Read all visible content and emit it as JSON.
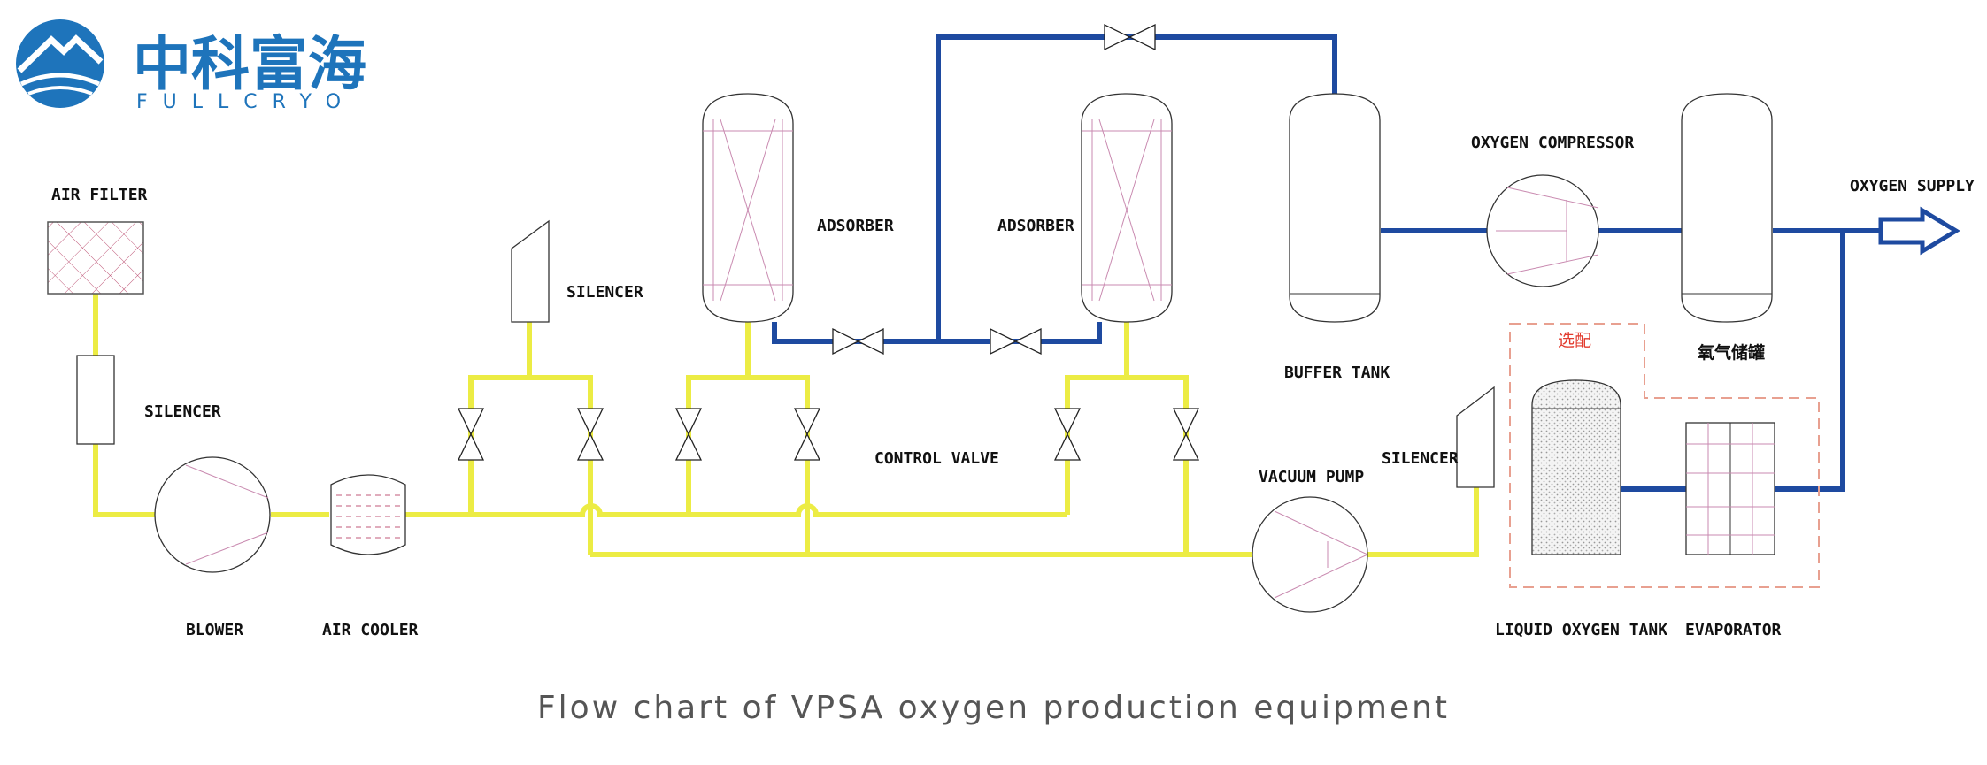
{
  "logo": {
    "cn_text": "中科富海",
    "en_text": "FULLCRYO",
    "color": "#1e74bb"
  },
  "labels": {
    "air_filter": "AIR FILTER",
    "silencer_left": "SILENCER",
    "blower": "BLOWER",
    "air_cooler": "AIR COOLER",
    "silencer_top": "SILENCER",
    "adsorber_1": "ADSORBER",
    "adsorber_2": "ADSORBER",
    "control_valve": "CONTROL VALVE",
    "buffer_tank": "BUFFER TANK",
    "vacuum_pump": "VACUUM PUMP",
    "silencer_right": "SILENCER",
    "oxygen_compressor": "OXYGEN COMPRESSOR",
    "oxygen_tank_cn": "氧气储罐",
    "optional_cn": "选配",
    "liquid_oxygen_tank": "LIQUID OXYGEN TANK",
    "evaporator": "EVAPORATOR",
    "oxygen_supply": "OXYGEN SUPPLY"
  },
  "caption": "Flow chart of VPSA oxygen production equipment",
  "colors": {
    "air_line": "#ecec44",
    "oxygen_line": "#1e4aa0",
    "optional_box": "#e8a090",
    "optional_text": "#e23b2e",
    "caption": "#555555"
  }
}
